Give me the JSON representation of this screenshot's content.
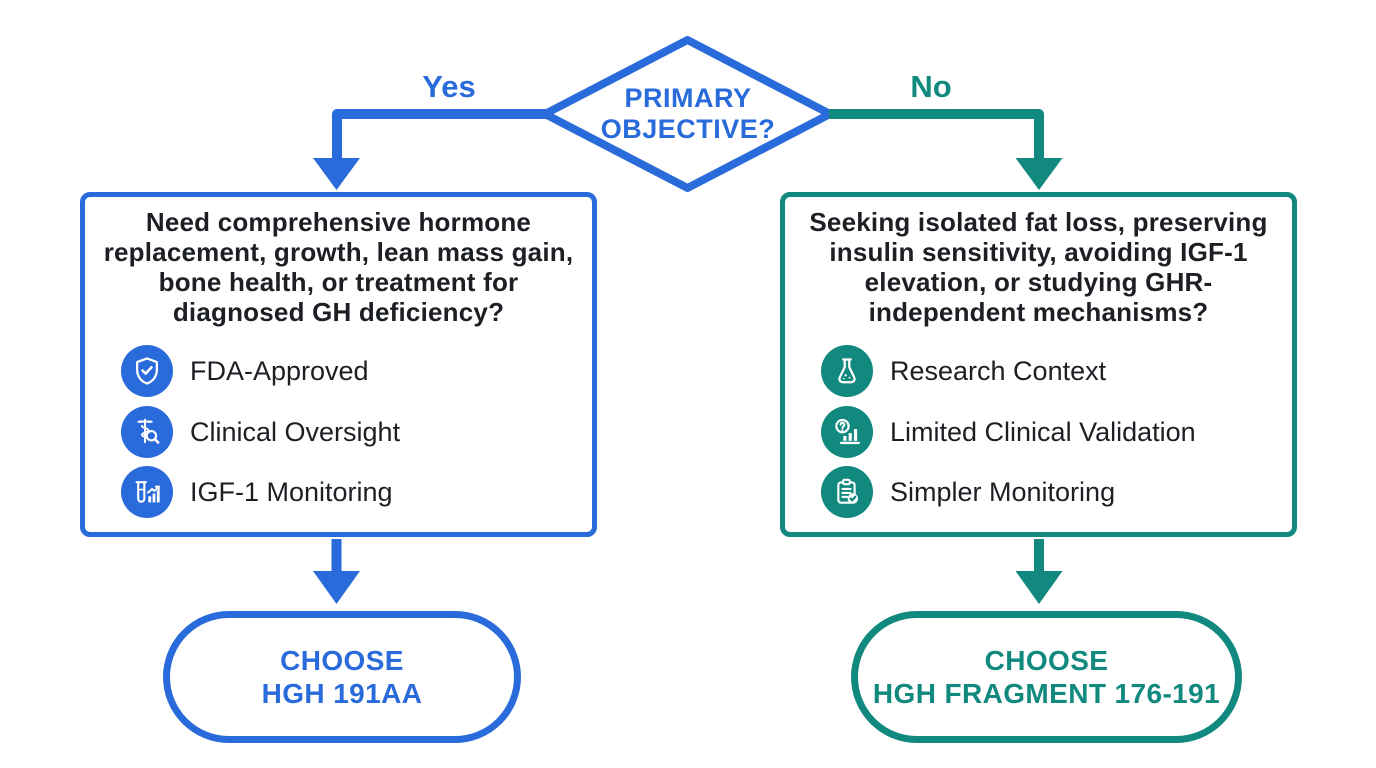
{
  "colors": {
    "blue": "#2a6bdb",
    "teal": "#12897f",
    "text": "#1c1f24",
    "background": "#ffffff"
  },
  "diamond": {
    "line1": "PRIMARY",
    "line2": "OBJECTIVE?"
  },
  "branches": {
    "yes_label": "Yes",
    "no_label": "No"
  },
  "left_path": {
    "question": "Need comprehensive hormone replacement, growth, lean mass gain, bone health, or treatment for diagnosed GH deficiency?",
    "items": [
      {
        "icon": "shield-check-icon",
        "label": "FDA-Approved"
      },
      {
        "icon": "caduceus-search-icon",
        "label": "Clinical Oversight"
      },
      {
        "icon": "test-tube-chart-icon",
        "label": "IGF-1 Monitoring"
      }
    ],
    "result": {
      "line1": "CHOOSE",
      "line2": "HGH 191AA"
    }
  },
  "right_path": {
    "question": "Seeking isolated fat loss, preserving insulin sensitivity, avoiding IGF-1 elevation, or studying GHR-independent mechanisms?",
    "items": [
      {
        "icon": "flask-icon",
        "label": "Research Context"
      },
      {
        "icon": "question-chart-icon",
        "label": "Limited Clinical Validation"
      },
      {
        "icon": "clipboard-check-icon",
        "label": "Simpler Monitoring"
      }
    ],
    "result": {
      "line1": "CHOOSE",
      "line2": "HGH FRAGMENT 176-191"
    }
  }
}
